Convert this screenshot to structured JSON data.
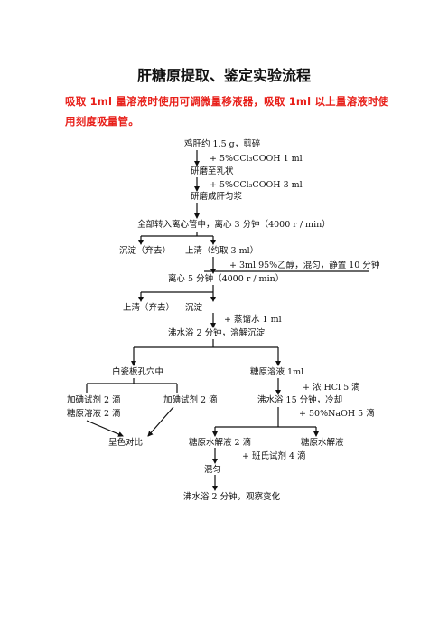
{
  "title": "肝糖原提取、鉴定实验流程",
  "note": "吸取 1ml 量溶液时使用可调微量移液器，吸取 1ml 以上量溶液时使用刻度吸量管。",
  "accent_color": "#e8201a",
  "steps": {
    "s1": "鸡肝约 1.5 g，剪碎",
    "a1": "+ 5%CCl₃COOH 1 ml",
    "s2": "研磨至乳状",
    "a2": "+ 5%CCl₃COOH 3 ml",
    "s3": "研磨成肝匀浆",
    "s4": "全部转入离心管中，离心 3 分钟（4000 r / min）",
    "s5a": "沉淀（弃去）",
    "s5b": "上清（约取 3 ml）",
    "a3": "+ 3ml 95%乙醇，混匀，静置 10 分钟",
    "s6": "离心 5 分钟（4000 r / min）",
    "s7a": "上清（弃去）",
    "s7b": "沉淀",
    "a4": "+ 蒸馏水 1 ml",
    "s8": "沸水浴 2 分钟，溶解沉淀",
    "s9a": "白瓷板孔穴中",
    "s9b": "糖原溶液 1ml",
    "a5": "+ 浓 HCl 5 滴",
    "s10a": "加碘试剂 2 滴",
    "s10b": "糖原溶液 2 滴",
    "s10c": "加碘试剂 2 滴",
    "s10d": "沸水浴 15 分钟，冷却",
    "a6": "+ 50%NaOH 5 滴",
    "s11a": "呈色对比",
    "s11b": "糖原水解液 2 滴",
    "s11c": "糖原水解液",
    "a7": "+ 班氏试剂 4 滴",
    "s12": "混匀",
    "s13": "沸水浴 2 分钟，观察变化"
  }
}
